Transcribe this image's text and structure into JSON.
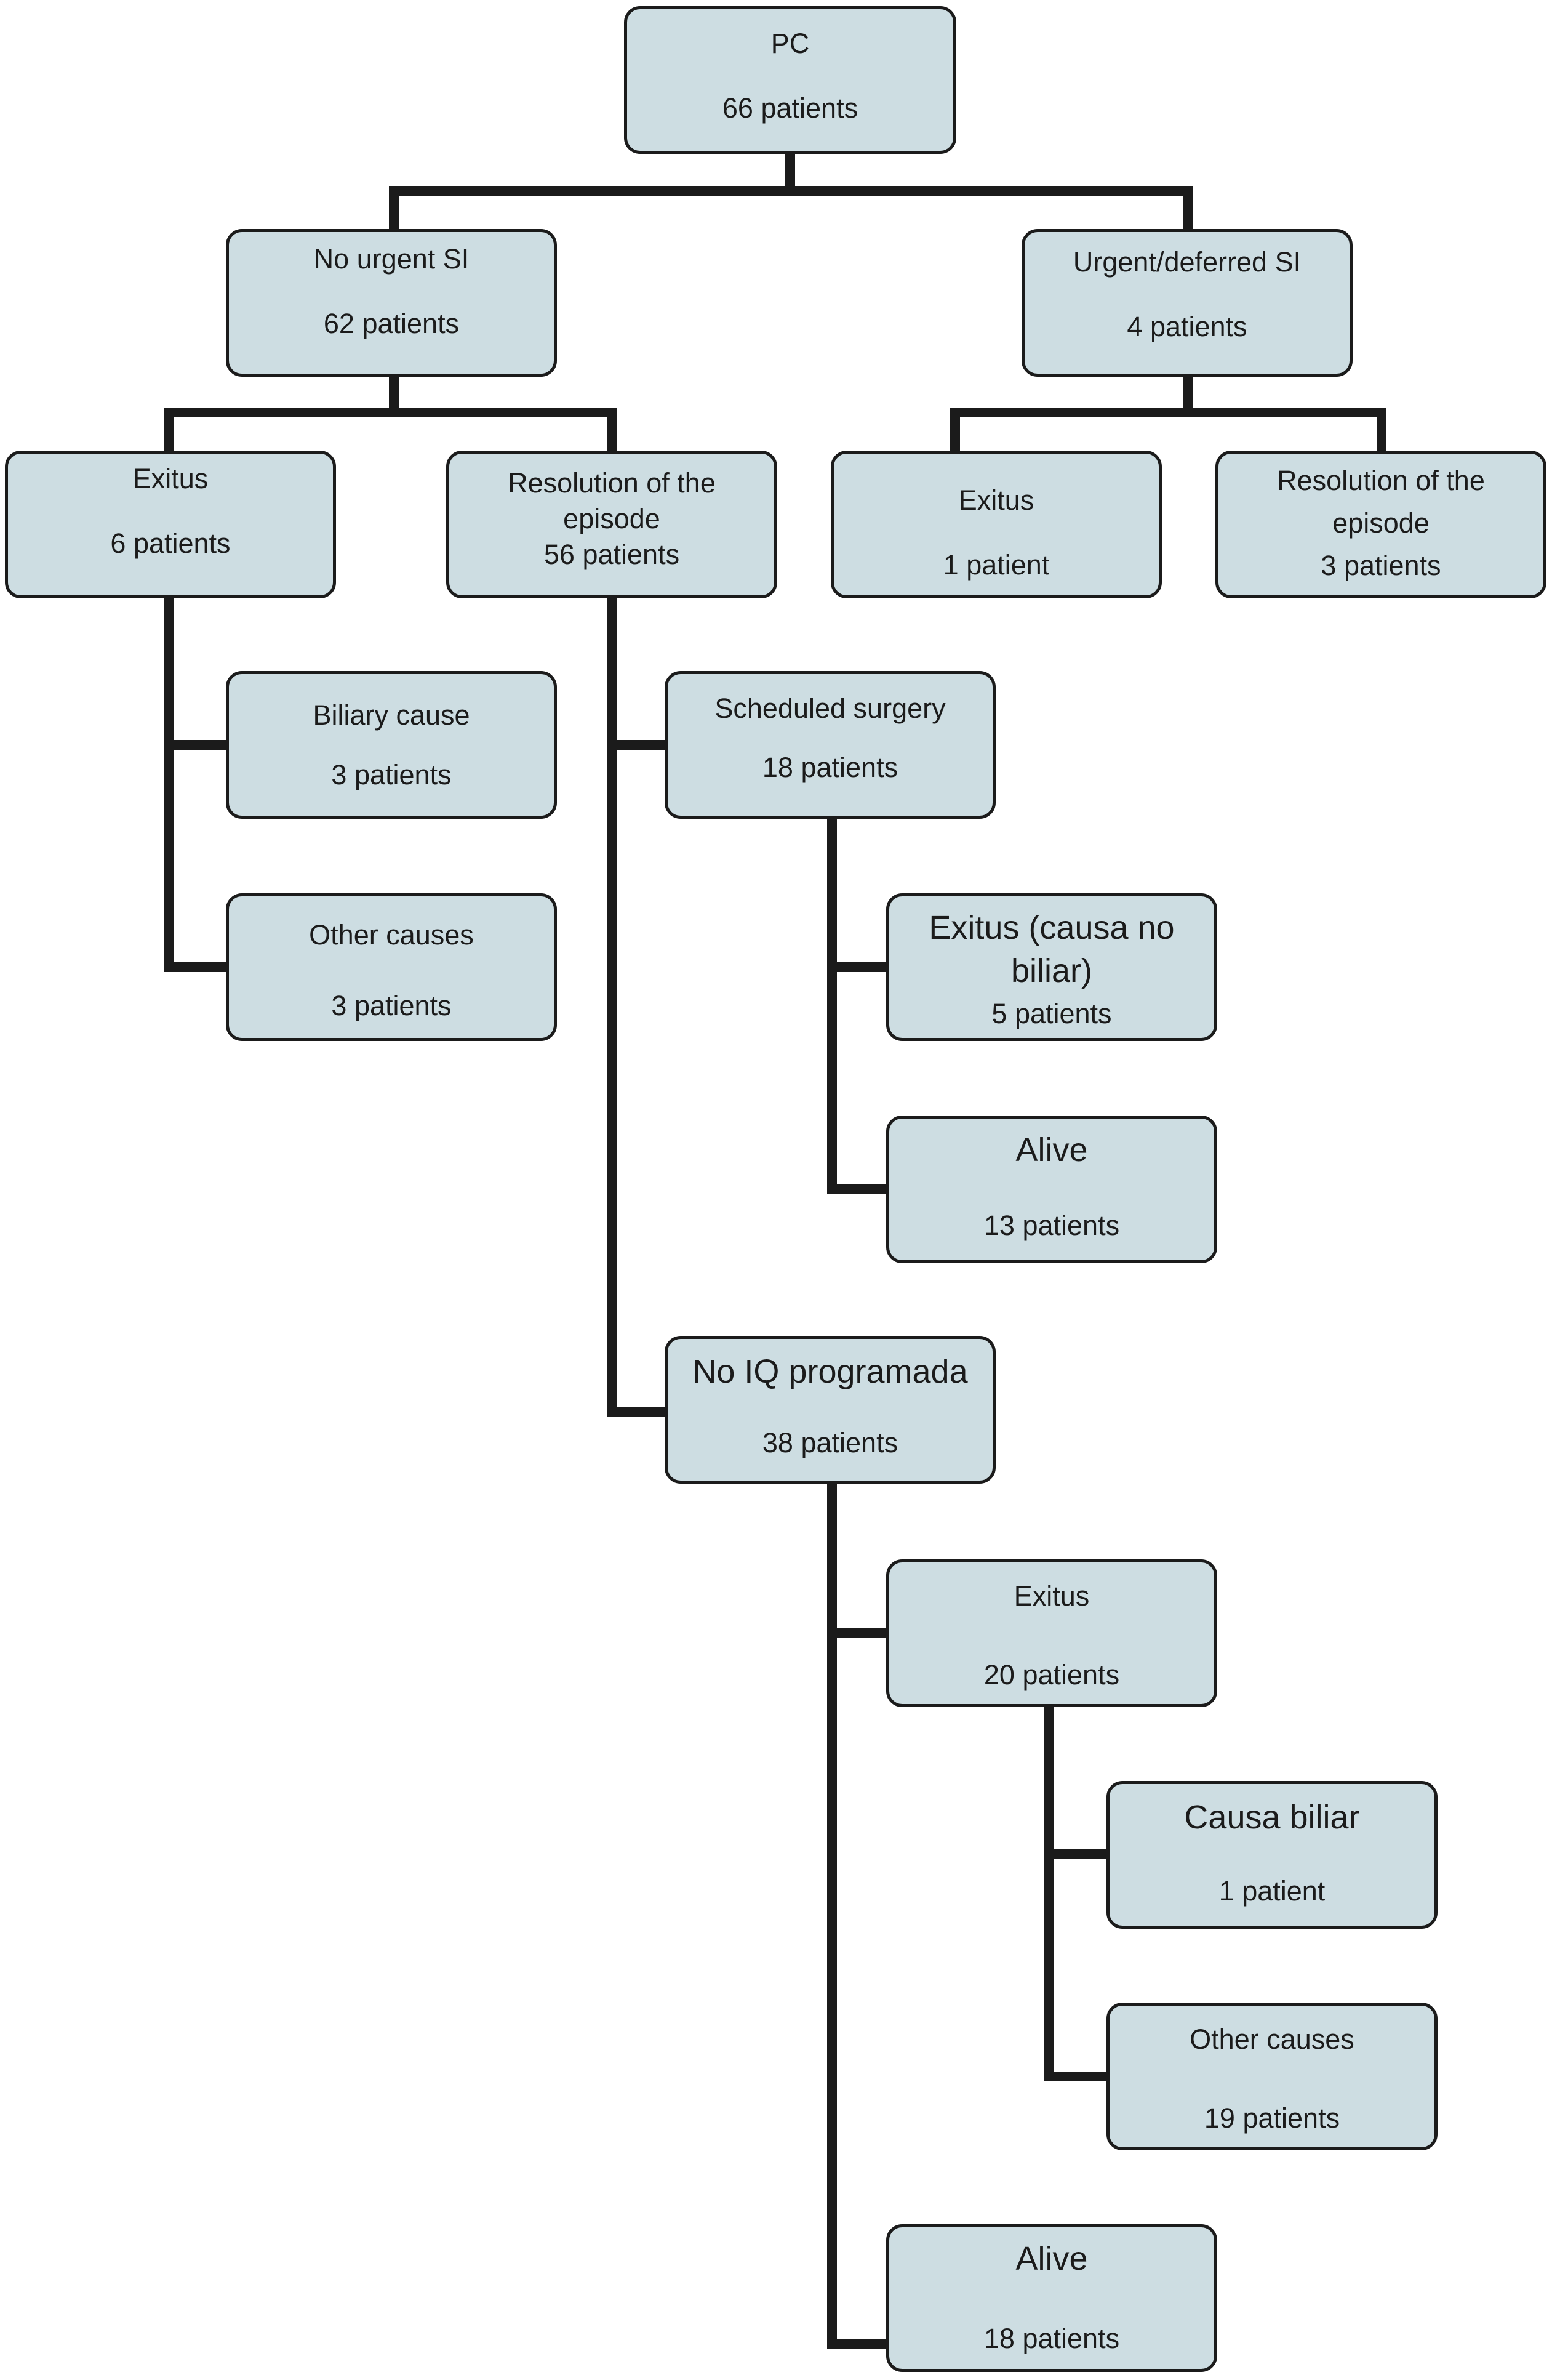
{
  "nodes": {
    "pc": {
      "title": "PC",
      "count": "66 patients"
    },
    "no_urgent": {
      "title": "No urgent SI",
      "count": "62 patients"
    },
    "urgent": {
      "title": "Urgent/deferred SI",
      "count": "4 patients"
    },
    "exitus_a": {
      "title": "Exitus",
      "count": "6 patients"
    },
    "resolution_a": {
      "title_line1": "Resolution of the",
      "title_line2": "episode",
      "count": "56 patients"
    },
    "exitus_b": {
      "title": "Exitus",
      "count": "1 patient"
    },
    "resolution_b": {
      "title_line1": "Resolution of the",
      "title_line2": "episode",
      "count": "3 patients"
    },
    "biliary": {
      "title": "Biliary cause",
      "count": "3 patients"
    },
    "other_a": {
      "title": "Other causes",
      "count": "3 patients"
    },
    "scheduled": {
      "title": "Scheduled surgery",
      "count": "18 patients"
    },
    "exitus_nobiliar": {
      "title_line1": "Exitus (causa no",
      "title_line2": "biliar)",
      "count": "5 patients"
    },
    "alive_a": {
      "title": "Alive",
      "count": "13 patients"
    },
    "no_iq": {
      "title": "No IQ programada",
      "count": "38 patients"
    },
    "exitus_c": {
      "title": "Exitus",
      "count": "20 patients"
    },
    "causa_biliar": {
      "title": "Causa biliar",
      "count": "1 patient"
    },
    "other_b": {
      "title": "Other causes",
      "count": "19 patients"
    },
    "alive_b": {
      "title": "Alive",
      "count": "18 patients"
    }
  },
  "colors": {
    "box_fill": "#cddde2",
    "line": "#1b1b1b"
  }
}
